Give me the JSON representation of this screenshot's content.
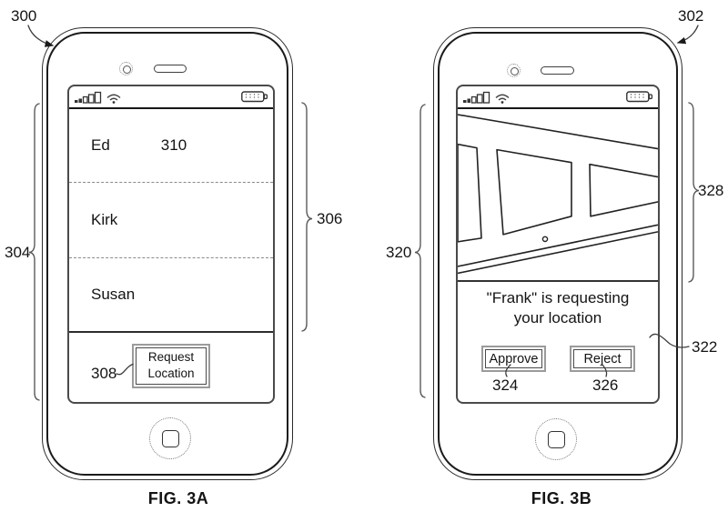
{
  "colors": {
    "ink": "#1b1b1b",
    "stipple": "#8a8a8a",
    "background": "#ffffff"
  },
  "status_icons": [
    "signal-strength",
    "wifi",
    "battery"
  ],
  "fig_a": {
    "caption": "FIG. 3A",
    "refs": {
      "device": "300",
      "side": "304",
      "display": "306",
      "request_button": "308",
      "contact_list": "310"
    },
    "contacts": [
      "Ed",
      "Kirk",
      "Susan"
    ],
    "request_button_label": "Request Location"
  },
  "fig_b": {
    "caption": "FIG. 3B",
    "refs": {
      "device": "302",
      "display": "320",
      "notification": "322",
      "approve_button": "324",
      "reject_button": "326",
      "image": "328"
    },
    "message_line1": "\"Frank\" is requesting",
    "message_line2": "your location",
    "approve_label": "Approve",
    "reject_label": "Reject"
  }
}
